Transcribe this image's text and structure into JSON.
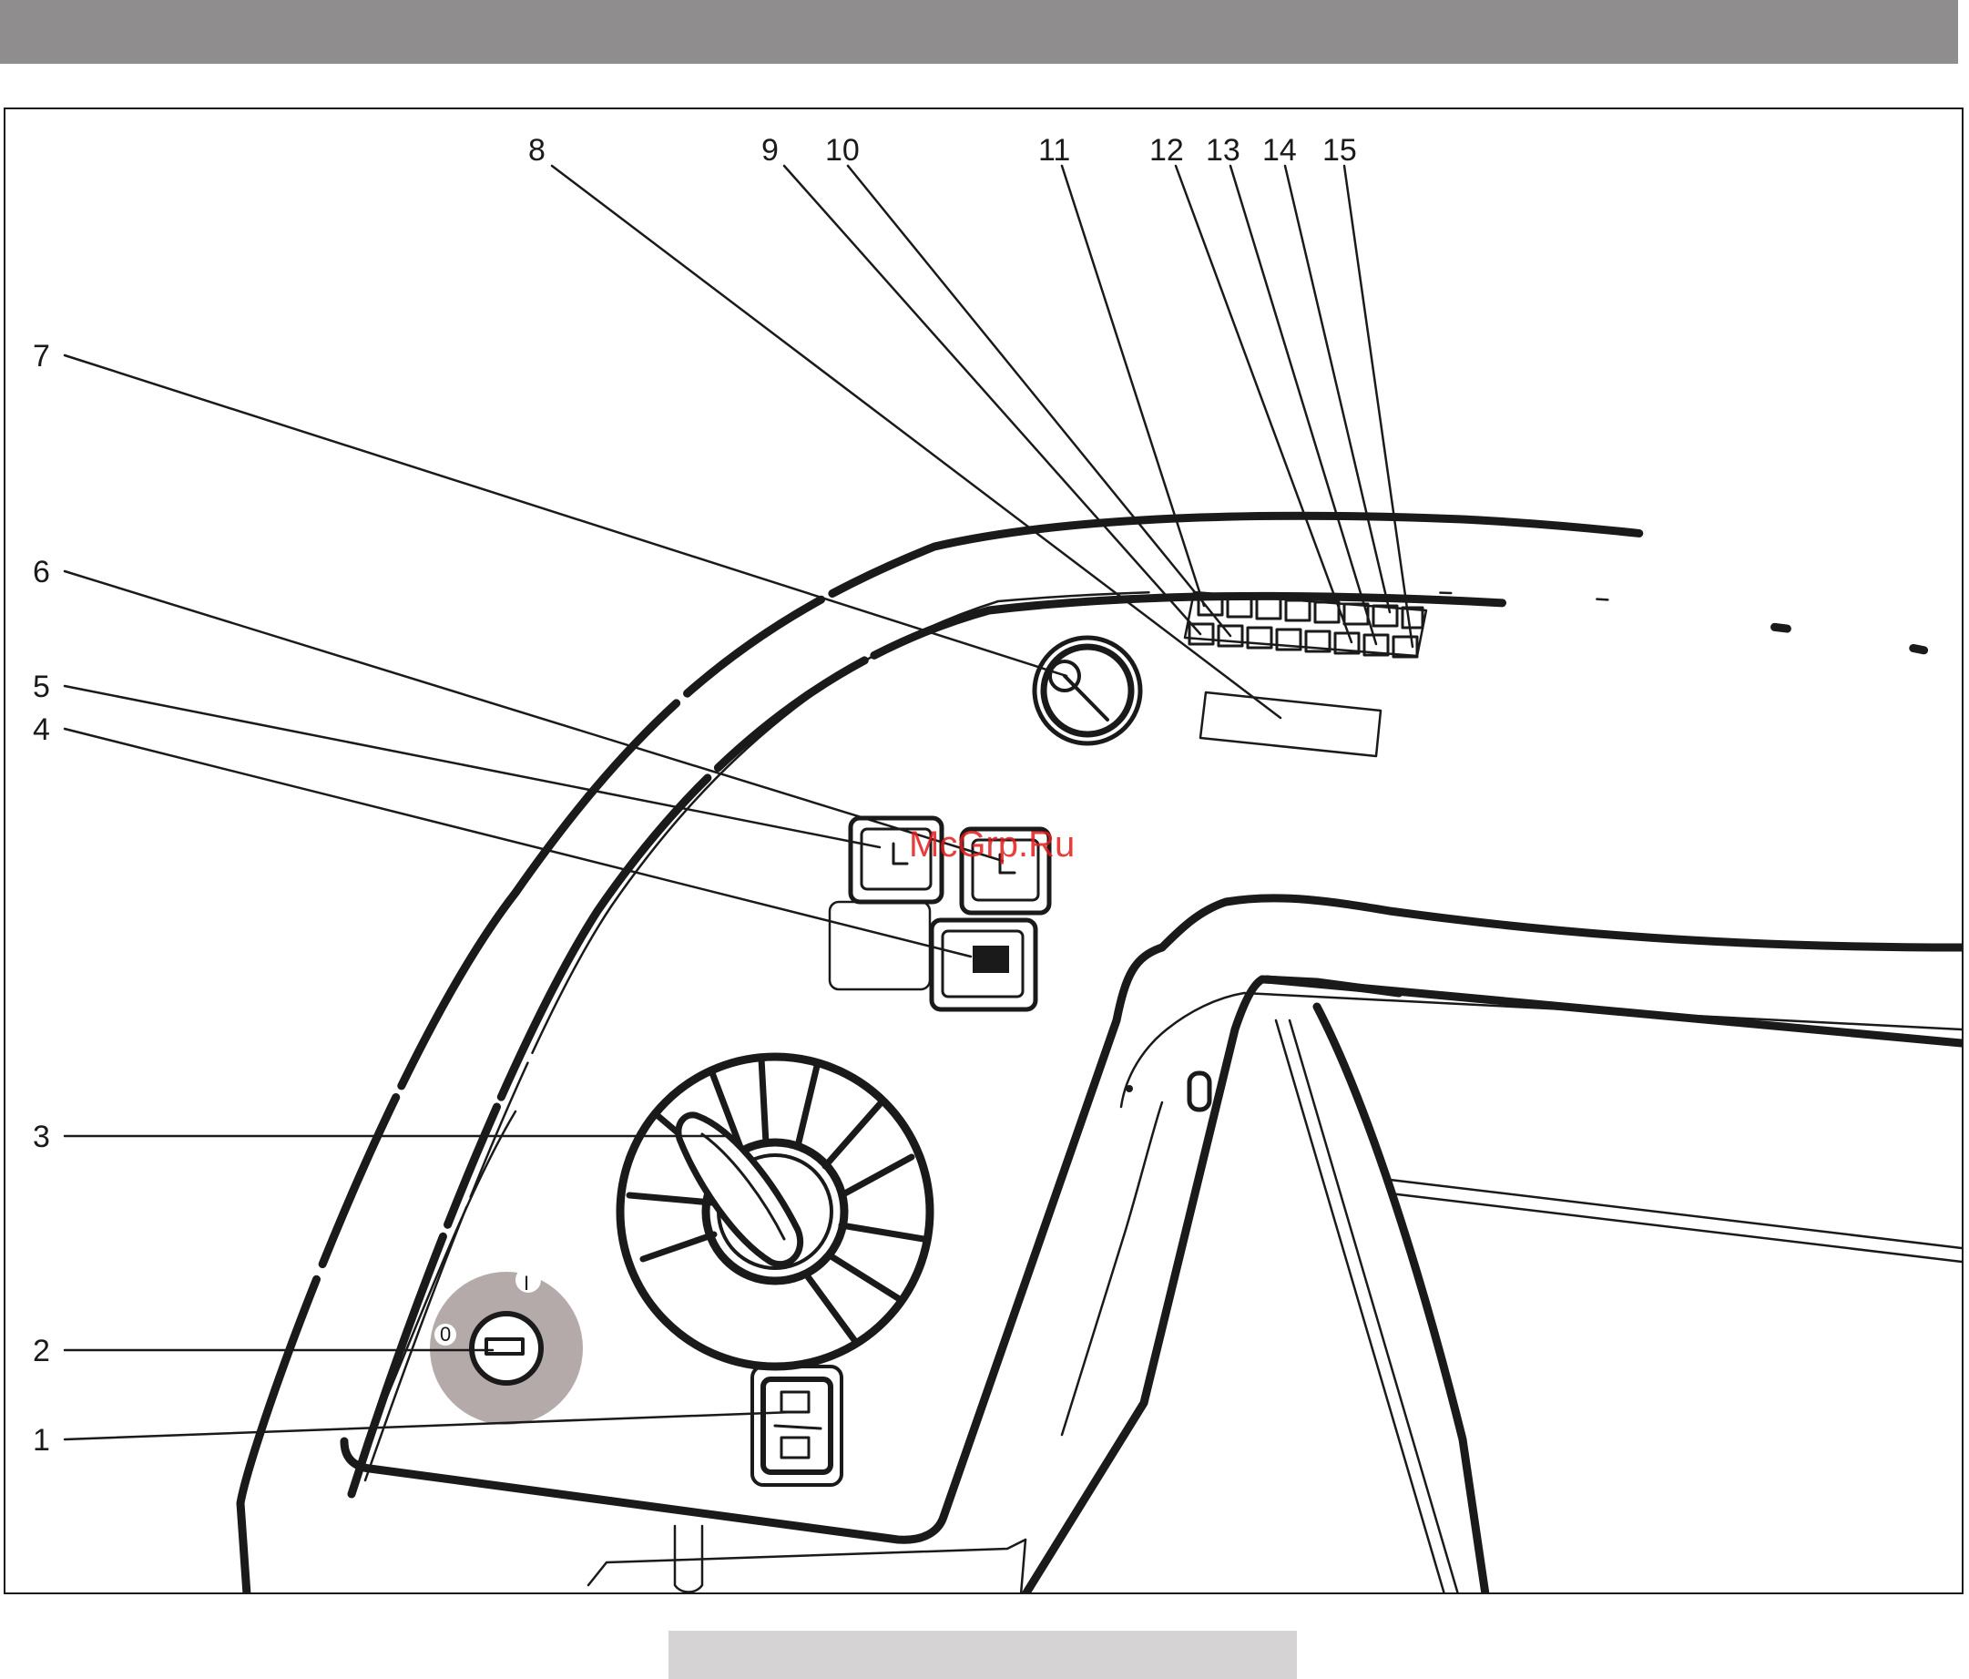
{
  "callouts": [
    {
      "label": "1"
    },
    {
      "label": "2"
    },
    {
      "label": "3"
    },
    {
      "label": "4"
    },
    {
      "label": "5"
    },
    {
      "label": "6"
    },
    {
      "label": "7"
    },
    {
      "label": "8"
    },
    {
      "label": "9"
    },
    {
      "label": "10"
    },
    {
      "label": "11"
    },
    {
      "label": "12"
    },
    {
      "label": "13"
    },
    {
      "label": "14"
    },
    {
      "label": "15"
    }
  ],
  "key_switch": {
    "position_marks": [
      "0",
      "I"
    ]
  },
  "watermark": "McGrp.Ru",
  "colors": {
    "header_bar": "#8f8d8e",
    "footer_bar": "#d5d3d3",
    "line": "#1a1a1a",
    "watermark": "#e21b1b",
    "key_disc": "#b5aaaa"
  }
}
